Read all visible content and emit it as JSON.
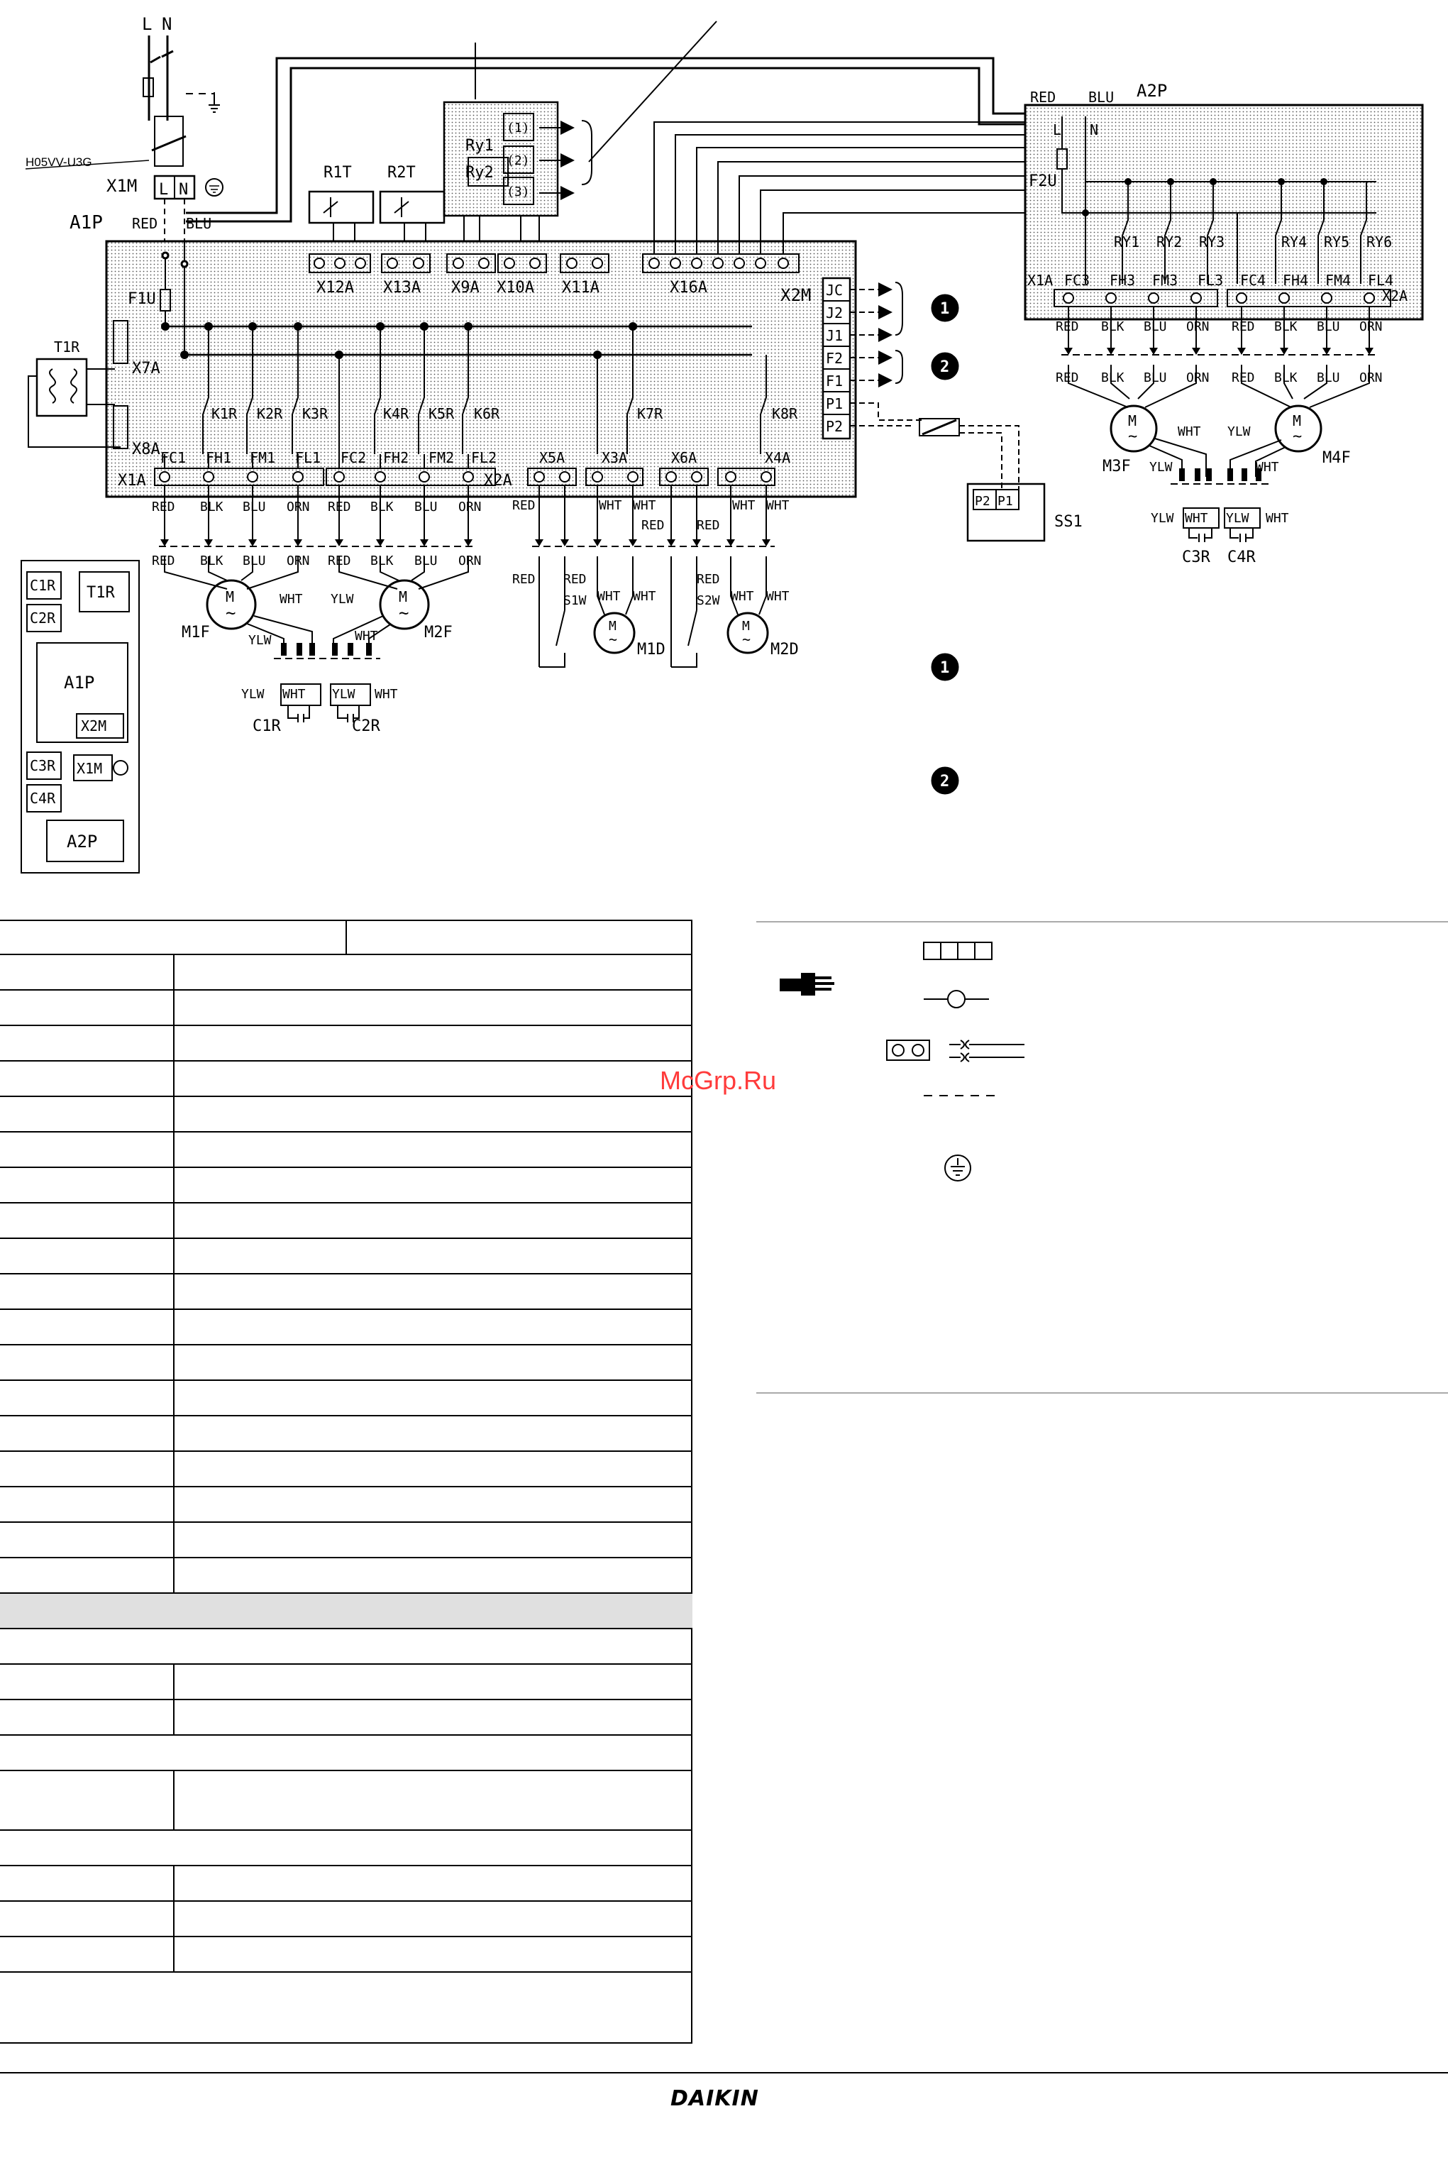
{
  "diagram": {
    "power_labels": [
      "L",
      "N"
    ],
    "cable_label": "H05VV-U3G",
    "x1m_label": "X1M",
    "x1m_terminals": [
      "L",
      "N"
    ],
    "a1p_label": "A1P",
    "a1p_wire_labels": [
      "RED",
      "BLU"
    ],
    "f1u_label": "F1U",
    "t1r_label": "T1R",
    "x7a_label": "X7A",
    "x8a_label": "X8A",
    "r1t_label": "R1T",
    "r2t_label": "R2T",
    "ry1_label": "Ry1",
    "ry2_label": "Ry2",
    "relay_terminals": [
      "(1)",
      "(2)",
      "(3)"
    ],
    "connectors_top": [
      "X12A",
      "X13A",
      "X9A",
      "X10A",
      "X11A",
      "X16A"
    ],
    "x2m_label": "X2M",
    "x2m_terminals": [
      "JC",
      "J2",
      "J1",
      "F2",
      "F1",
      "P1",
      "P2"
    ],
    "relays_a1p": [
      "K1R",
      "K2R",
      "K3R",
      "K4R",
      "K5R",
      "K6R",
      "K7R",
      "K8R"
    ],
    "x1a_label": "X1A",
    "x2a_label": "X2A",
    "x1a_terminals": [
      "FC1",
      "FH1",
      "FM1",
      "FL1"
    ],
    "x2a_terminals": [
      "FC2",
      "FH2",
      "FM2",
      "FL2"
    ],
    "bottom_connectors": [
      "X5A",
      "X3A",
      "X6A",
      "X4A"
    ],
    "wire_colors": [
      "RED",
      "BLK",
      "BLU",
      "ORN"
    ],
    "wht": "WHT",
    "ylw": "YLW",
    "red": "RED",
    "motors_left": [
      "M1F",
      "M2F"
    ],
    "motors_damper": [
      "M1D",
      "M2D"
    ],
    "switches": [
      "S1W",
      "S2W"
    ],
    "capacitors_left": [
      "C1R",
      "C2R"
    ],
    "ss1_label": "SS1",
    "ss1_terminals": [
      "P2",
      "P1"
    ],
    "a2p_label": "A2P",
    "a2p_wire_labels": [
      "RED",
      "BLU"
    ],
    "a2p_ln": [
      "L",
      "N"
    ],
    "f2u_label": "F2U",
    "relays_a2p": [
      "RY1",
      "RY2",
      "RY3",
      "RY4",
      "RY5",
      "RY6"
    ],
    "a2p_x1a_terminals": [
      "FC3",
      "FH3",
      "FM3",
      "FL3"
    ],
    "a2p_x2a_terminals": [
      "FC4",
      "FH4",
      "FM4",
      "FL4"
    ],
    "motors_right": [
      "M3F",
      "M4F"
    ],
    "capacitors_right": [
      "C3R",
      "C4R"
    ],
    "markers": [
      "1",
      "2"
    ],
    "layout_boxes": [
      "C1R",
      "T1R",
      "C2R",
      "A1P",
      "X2M",
      "C3R",
      "X1M",
      "C4R",
      "A2P"
    ],
    "motor_symbol": "M",
    "motor_tilde": "~"
  },
  "watermark": "McGrp.Ru",
  "brand": "DAIKIN"
}
